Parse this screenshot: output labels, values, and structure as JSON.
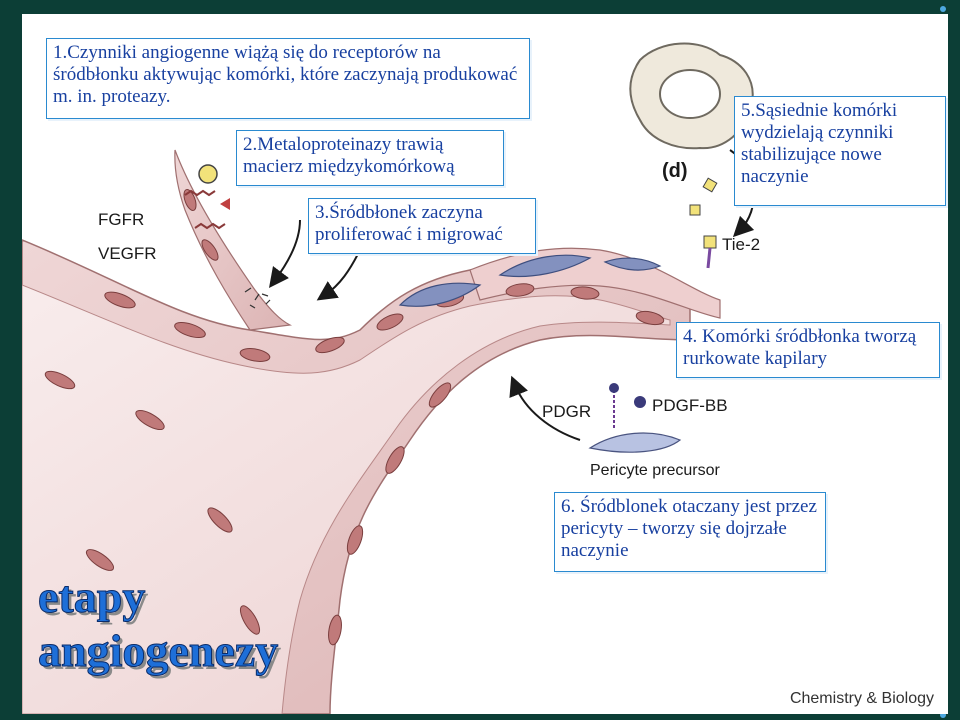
{
  "labels": {
    "fgfr": "FGFR",
    "vegfr": "VEGFR",
    "d": "(d)",
    "tie2": "Tie-2",
    "pdgr": "PDGR",
    "pdgfbb": "PDGF-BB",
    "pericyte": "Pericyte precursor"
  },
  "steps": [
    {
      "text": "1.Czynniki angiogenne wiążą się do receptorów na śródbłonku aktywując komórki, które zaczynają produkować m. in. proteazy."
    },
    {
      "text": "2.Metaloproteinazy trawią macierz międzykomórkową"
    },
    {
      "text": "3.Śródbłonek zaczyna proliferować i migrować"
    },
    {
      "text": "4. Komórki śródbłonka tworzą rurkowate kapilary"
    },
    {
      "text": "5.Sąsiednie komórki wydzielają czynniki stabilizujące nowe naczynie"
    },
    {
      "text": "6. Śródblonek otaczany jest przez pericyty – tworzy się dojrzałe naczynie"
    }
  ],
  "title": {
    "line1": "etapy",
    "line2": "angiogenezy"
  },
  "credit": "Chemistry & Biology",
  "colors": {
    "frame": "#0c3e36",
    "box_border": "#2a8ad0",
    "box_text": "#1840a0",
    "title": "#1e6fd8",
    "vessel_wall": "#e7c9c9",
    "lumen": "#f4e3e3",
    "cell_nucleus": "#b96565",
    "migrating_cell": "#7f8fbd",
    "pericyte": "#b8c2e2"
  }
}
